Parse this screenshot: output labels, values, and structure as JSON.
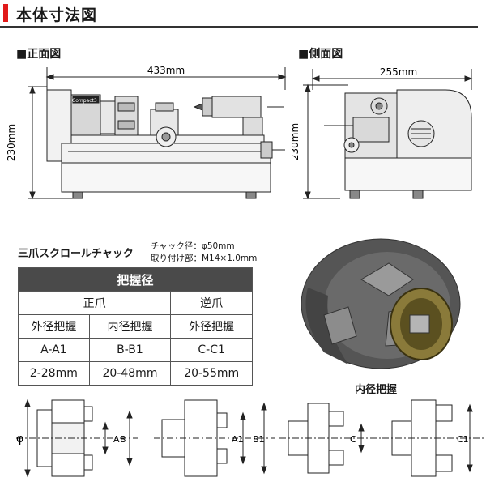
{
  "header": {
    "title": "本体寸法図"
  },
  "front_view": {
    "label": "■正面図",
    "width_dim": "433mm",
    "height_dim": "230mm",
    "nameplate": "Compact3"
  },
  "side_view": {
    "label": "■側面図",
    "width_dim": "255mm",
    "height_dim": "230mm"
  },
  "chuck": {
    "name": "三爪スクロールチャック",
    "spec_diameter": "チャック径：φ50mm",
    "spec_mount": "取り付け部：M14×1.0mm"
  },
  "grip_table": {
    "header": "把握径",
    "groups": [
      "正爪",
      "逆爪"
    ],
    "types": [
      "外径把握",
      "内径把握",
      "外径把握"
    ],
    "codes": [
      "A-A1",
      "B-B1",
      "C-C1"
    ],
    "ranges": [
      "2-28mm",
      "20-48mm",
      "20-55mm"
    ]
  },
  "photo_caption": "内径把握",
  "diagrams": {
    "d1": {
      "phi": "φ",
      "a": "A",
      "b": "B"
    },
    "d2": {
      "a1": "A1",
      "b1": "B1"
    },
    "d3": {
      "c": "C"
    },
    "d4": {
      "c1": "C1"
    }
  }
}
